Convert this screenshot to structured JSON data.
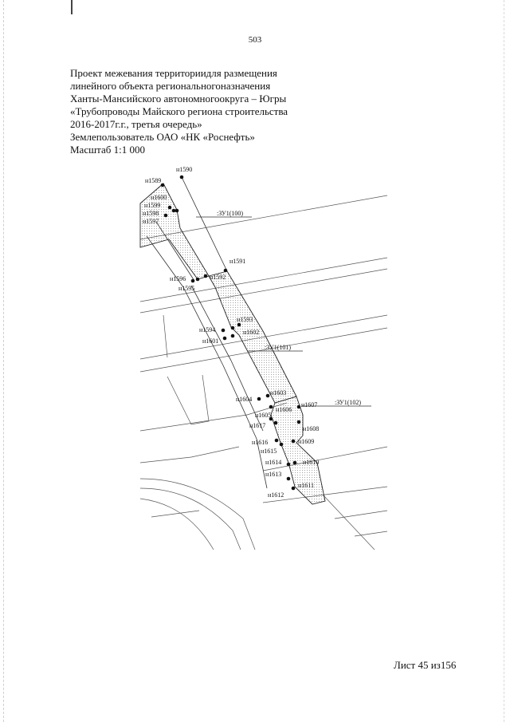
{
  "page_number": "503",
  "header": {
    "lines": [
      "Проект межевания территориидля размещения",
      "линейного объекта региональногоназначения",
      "Ханты-Мансийского автономногоокруга – Югры",
      "«Трубопроводы Майского региона строительства",
      "2016-2017г.г., третья очередь»",
      "Землепользователь ОАО «НК «Роснефть»",
      "Масштаб 1:1 000"
    ]
  },
  "map": {
    "parcels": [
      ":ЗУ1(100)",
      ":ЗУ1(101)",
      ":ЗУ1(102)"
    ],
    "points": [
      "н1589",
      "н1590",
      "н1600",
      "н1599",
      "н1598",
      "н1597",
      "н1591",
      "н1592",
      "н1596",
      "н1595",
      "н1593",
      "н1594",
      "н1602",
      "н1601",
      "н1603",
      "н1604",
      "н1606",
      "н1607",
      "н1605",
      "н1617",
      "н1608",
      "н1616",
      "н1609",
      "н1615",
      "н1614",
      "н1610",
      "н1613",
      "н1611",
      "н1612"
    ]
  },
  "sheet_label": "Лист 45 из156"
}
